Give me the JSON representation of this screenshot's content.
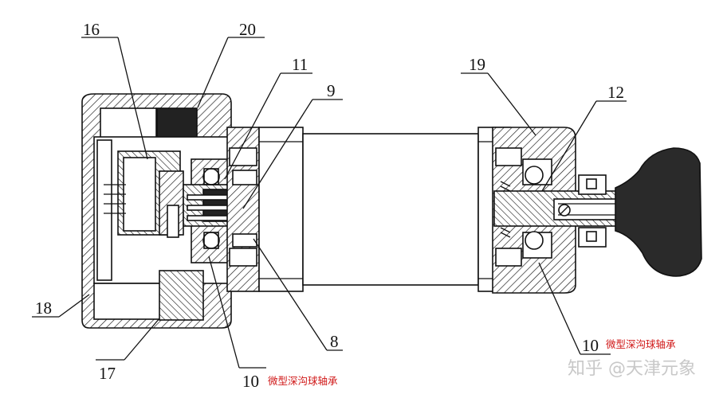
{
  "labels": {
    "n16": "16",
    "n20": "20",
    "n11": "11",
    "n9": "9",
    "n19": "19",
    "n12": "12",
    "n18": "18",
    "n17": "17",
    "n8": "8",
    "n10_left": "10",
    "n10_right": "10"
  },
  "annotations": {
    "bearing_left": "微型深沟球轴承",
    "bearing_right": "微型深沟球轴承"
  },
  "watermark": "知乎 @天津元象",
  "colors": {
    "ink": "#111111",
    "annotation": "#d01818",
    "watermark": "#c8c8c8"
  }
}
